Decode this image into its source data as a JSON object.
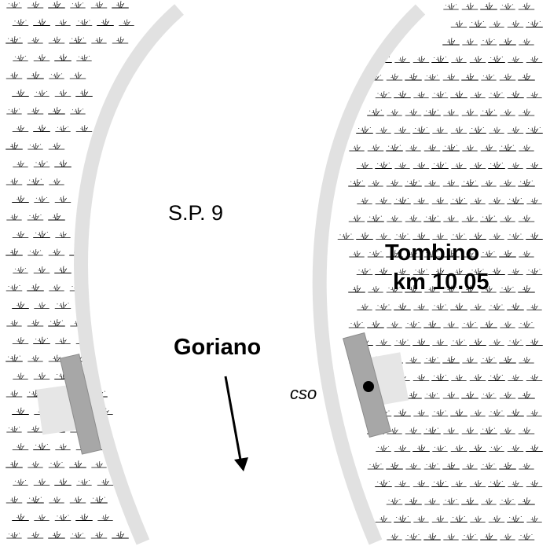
{
  "labels": {
    "road": "S.P. 9",
    "direction": "Goriano",
    "cso": "cso",
    "culvert_name": "Tombino",
    "culvert_km": "km 10.05"
  },
  "icons": {
    "grass": "grass-tuft-icon",
    "arrow": "arrow-down-icon",
    "outfall": "outfall-point-icon"
  },
  "colors": {
    "road_edge": "#e1e1e1",
    "structure_dark": "#a7a7a7",
    "structure_light": "#e6e6e6",
    "grass": "#000000",
    "background": "#ffffff",
    "outline": "#8c8c8c"
  }
}
